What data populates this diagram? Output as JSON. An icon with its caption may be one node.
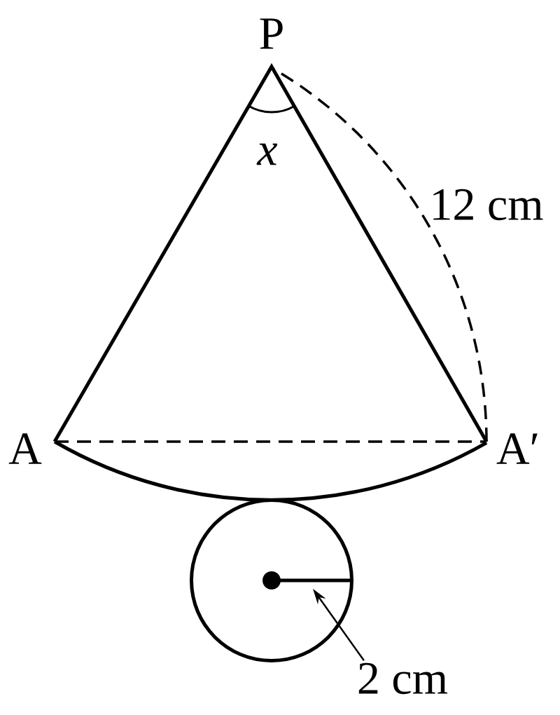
{
  "diagram": {
    "nodes": [
      {
        "text": [
          "2 cm"
        ]
      },
      {
        "text": [],
        "shape": "circle"
      }
    ],
    "edges": [
      {
        "from": 0,
        "to": 1,
        "arrow": "to"
      }
    ],
    "labels": [
      "P",
      "x",
      "12 cm",
      "A",
      "A′"
    ]
  }
}
